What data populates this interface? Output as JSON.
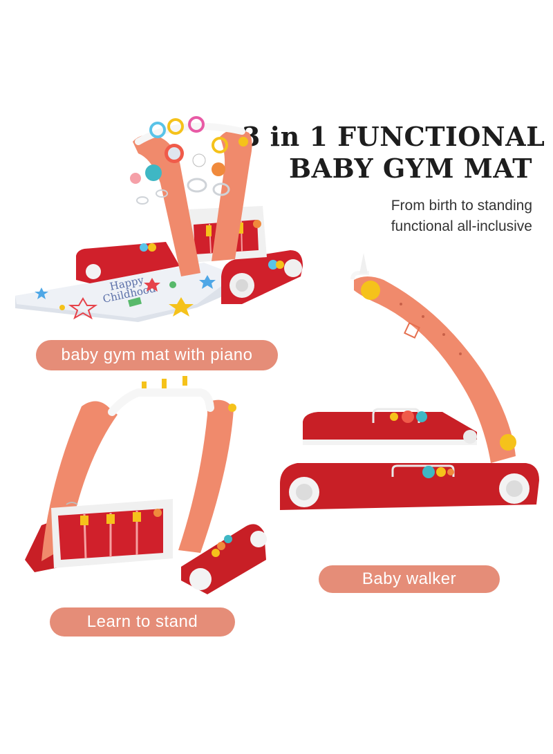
{
  "headline": {
    "line1": "3 in 1 FUNCTIONAL",
    "line2": "BABY GYM MAT"
  },
  "subheadline": {
    "line1": "From birth to standing",
    "line2": "functional all-inclusive"
  },
  "mat_print": {
    "line1": "Happy",
    "line2": "Childhood"
  },
  "labels": {
    "gym_mat": "baby gym mat with piano",
    "walker": "Baby walker",
    "stand": "Learn to stand"
  },
  "colors": {
    "frame_coral": "#f08a6c",
    "base_red": "#d0202b",
    "pill_bg": "#e58d78",
    "key_yellow": "#f5c21b",
    "mat_gray": "#eef1f6"
  }
}
